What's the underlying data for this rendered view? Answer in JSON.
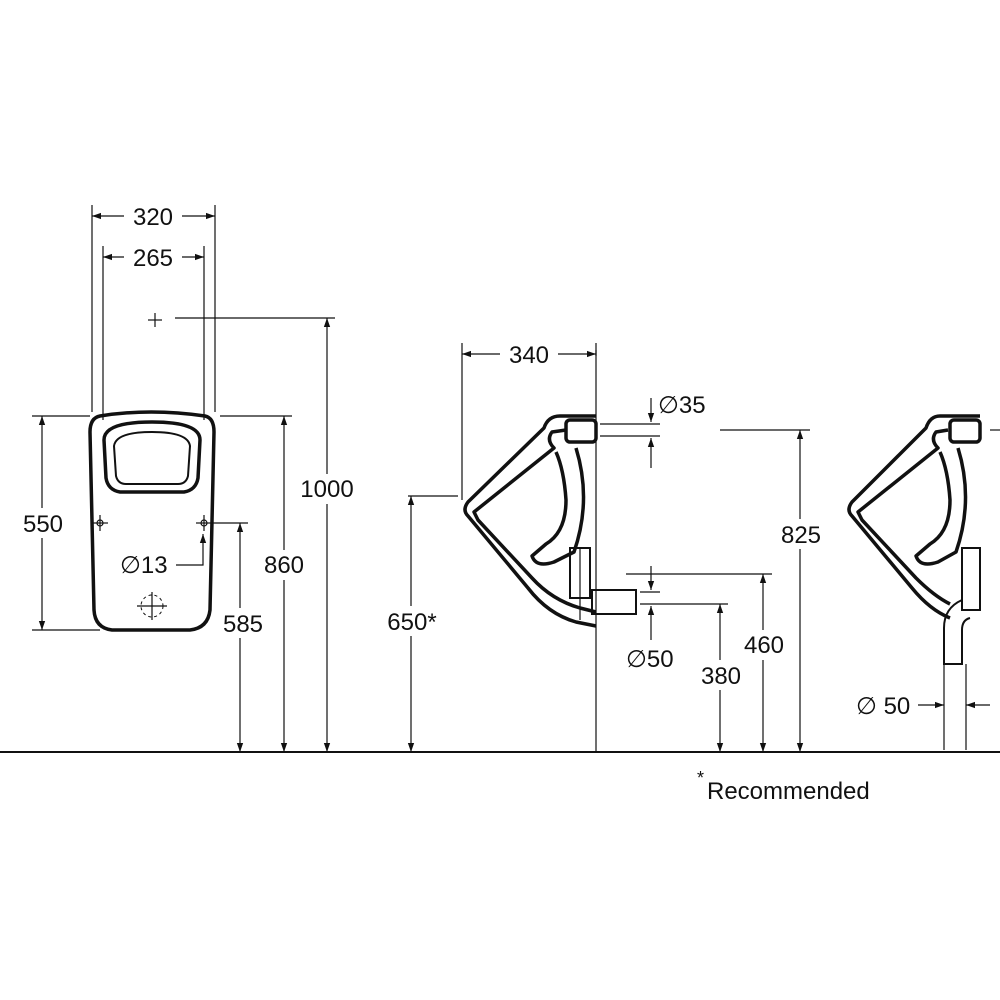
{
  "dimensions": {
    "front_width_outer": "320",
    "front_width_inner": "265",
    "front_height": "550",
    "inlet_diameter": "∅13",
    "inlet_height_back": "585",
    "overall_height_top": "860",
    "overall_height_mark": "1000",
    "side_depth": "340",
    "inlet_pipe_diameter": "∅35",
    "mounting_height": "650*",
    "waste_diameter_side": "∅50",
    "waste_height_low": "380",
    "waste_height_high": "460",
    "inlet_height_side": "825",
    "waste_diameter_right": "∅ 50"
  },
  "footnote": {
    "asterisk": "*",
    "text": "Recommended"
  }
}
